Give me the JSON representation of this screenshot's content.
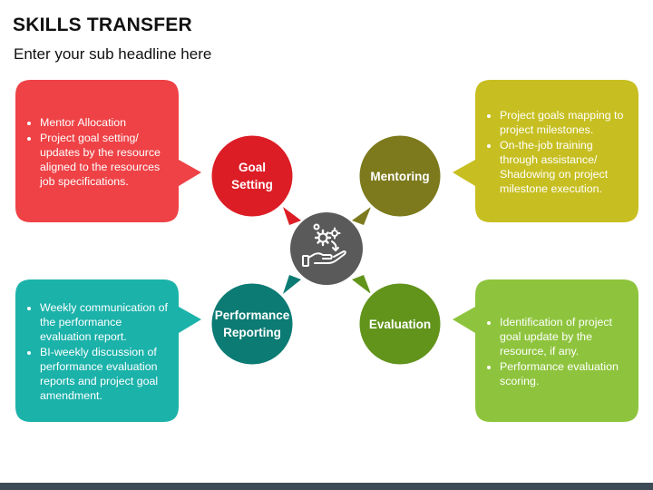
{
  "title": "SKILLS TRANSFER",
  "subtitle": "Enter your sub headline here",
  "colors": {
    "goal_setting": "#dc1d26",
    "goal_box": "#ee4246",
    "mentoring": "#7c7a1d",
    "mentoring_box": "#c7bf21",
    "performance_reporting": "#0b7b73",
    "performance_box": "#1bb2aa",
    "evaluation": "#62941c",
    "evaluation_box": "#8ec43d",
    "center": "#5a5a5a"
  },
  "center_icon": "hand-holding-gears-icon",
  "stages": {
    "goal_setting": {
      "label_line1": "Goal",
      "label_line2": "Setting",
      "bullets": [
        "Mentor Allocation",
        "Project goal setting/ updates by the resource aligned to the resources job specifications."
      ]
    },
    "mentoring": {
      "label": "Mentoring",
      "bullets": [
        "Project goals mapping to project milestones.",
        "On-the-job training through assistance/ Shadowing on project milestone execution."
      ]
    },
    "performance_reporting": {
      "label_line1": "Performance",
      "label_line2": "Reporting",
      "bullets": [
        "Weekly communication of the performance evaluation report.",
        "BI-weekly discussion of performance evaluation reports and project goal amendment."
      ]
    },
    "evaluation": {
      "label": "Evaluation",
      "bullets": [
        "Identification of project goal update by the resource, if any.",
        "Performance evaluation scoring."
      ]
    }
  }
}
